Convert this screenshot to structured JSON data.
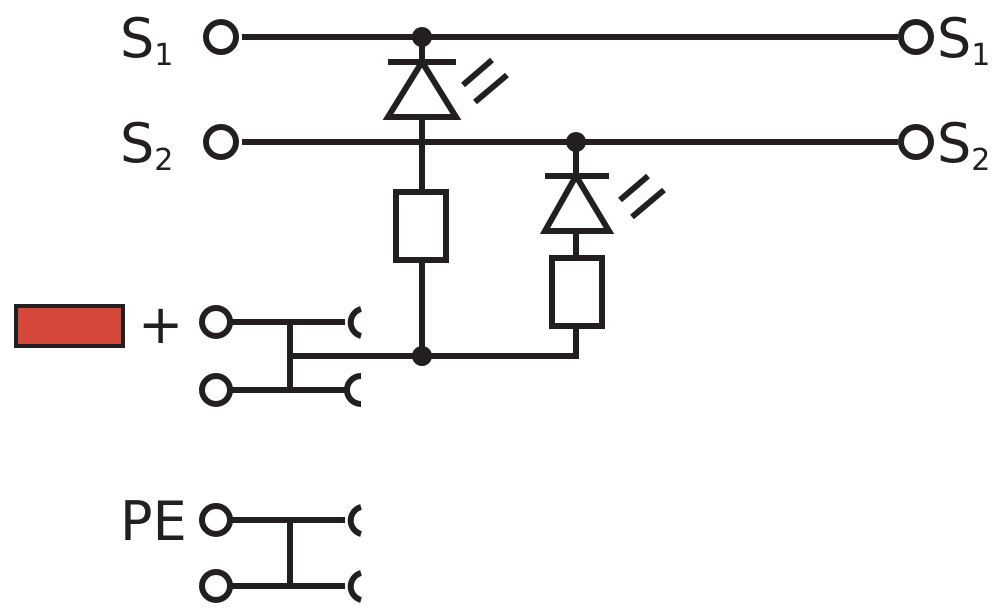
{
  "terminals": {
    "s1_left": {
      "letter": "S",
      "subscript": "1"
    },
    "s1_right": {
      "letter": "S",
      "subscript": "1"
    },
    "s2_left": {
      "letter": "S",
      "subscript": "2"
    },
    "s2_right": {
      "letter": "S",
      "subscript": "2"
    },
    "plus": "+",
    "pe": "PE"
  },
  "colors": {
    "wire": "#231f20",
    "marker": "#d4473a"
  },
  "icons": {
    "led_1": "led-diode-icon",
    "led_2": "led-diode-icon",
    "resistor_1": "resistor-icon",
    "resistor_2": "resistor-icon"
  }
}
